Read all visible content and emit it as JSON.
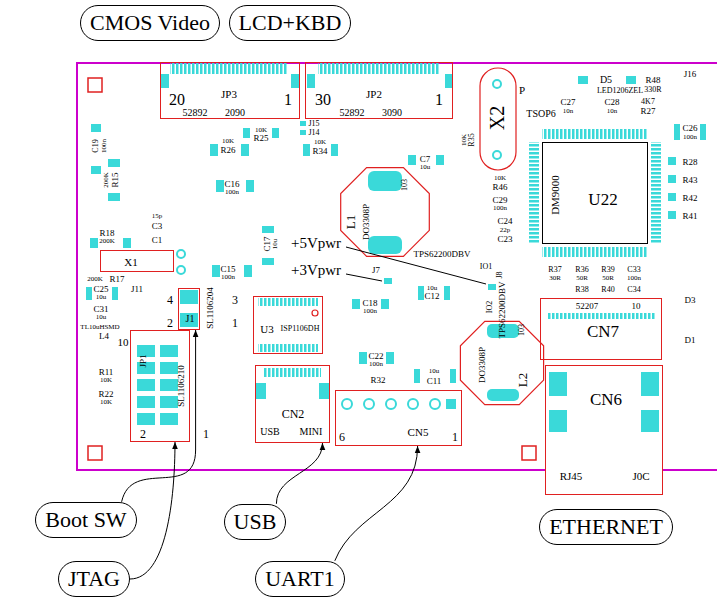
{
  "diagram": {
    "nodes": [
      {
        "text": [
          "CMOS Video"
        ]
      },
      {
        "text": [
          "LCD+KBD"
        ]
      },
      {
        "text": [
          "20",
          "JP3",
          "1",
          "52892",
          "2090"
        ]
      },
      {
        "text": [
          "30",
          "JP2",
          "1",
          "52892",
          "3090"
        ]
      },
      {
        "text": [
          "DM9000",
          "U22"
        ]
      },
      {
        "text": [
          "X1"
        ]
      },
      {
        "text": [
          "J1"
        ]
      },
      {
        "text": [
          "U3",
          "ISP1106DH"
        ]
      },
      {
        "text": [
          "CN7"
        ]
      },
      {
        "text": [
          "JP1"
        ]
      },
      {
        "text": [
          "CN2"
        ]
      },
      {
        "text": [
          "CN5"
        ]
      },
      {
        "text": [
          "CN6",
          "RJ45",
          "J0C"
        ]
      },
      {
        "text": [
          "Boot SW"
        ]
      },
      {
        "text": [
          "USB"
        ]
      },
      {
        "text": [
          "ETHERNET"
        ]
      },
      {
        "text": [
          "JTAG"
        ]
      },
      {
        "text": [
          "UART1"
        ]
      }
    ],
    "edges": [
      {
        "from": 13,
        "to": 6,
        "arrow": "to"
      },
      {
        "from": 16,
        "to": 9,
        "arrow": "to"
      },
      {
        "from": 14,
        "to": 10,
        "arrow": "to"
      },
      {
        "from": 17,
        "to": 11,
        "arrow": "to"
      }
    ],
    "labels": [
      "J15",
      "J14",
      "X2",
      "P",
      "TSOP6",
      "D5",
      "LED1206ZEL",
      "R48",
      "330R",
      "J16",
      "C27",
      "10n",
      "C28",
      "10n",
      "4K7",
      "R27",
      "C26",
      "100n",
      "R28",
      "R43",
      "R42",
      "R41",
      "C19",
      "100n",
      "200K",
      "R15",
      "10K",
      "R26",
      "10K",
      "R25",
      "10K",
      "R34",
      "10K",
      "R35",
      "C16",
      "100n",
      "C7",
      "10u",
      "L1",
      "DO3308P",
      "103",
      "10K",
      "R46",
      "C29",
      "100n",
      "C24",
      "22p",
      "C23",
      "R18",
      "200K",
      "15p",
      "C3",
      "C1",
      "C15",
      "100n",
      "C17",
      "10u",
      "+5Vpwr",
      "+3Vpwr",
      "TPS62200DBV",
      "J7",
      "IO1",
      "J8",
      "IO2",
      "TPS62200DBV",
      "200K",
      "R17",
      "4",
      "3",
      "2",
      "1",
      "SL1106204",
      "C25",
      "10u",
      "J11",
      "C31",
      "10u",
      "TL10uHSMD",
      "L4",
      "C18",
      "100n",
      "C22",
      "100n",
      "R32",
      "10u",
      "C11",
      "C12",
      "10u",
      "10",
      "2",
      "1",
      "SL1106210",
      "R11",
      "10K",
      "R22",
      "10K",
      "USB",
      "MINI",
      "6",
      "1",
      "L2",
      "DO3308P",
      "103",
      "52207",
      "10",
      "R37",
      "30R",
      "R36",
      "50R",
      "R39",
      "50R",
      "C33",
      "100n",
      "R38",
      "R40",
      "C34",
      "D3",
      "D1"
    ]
  }
}
